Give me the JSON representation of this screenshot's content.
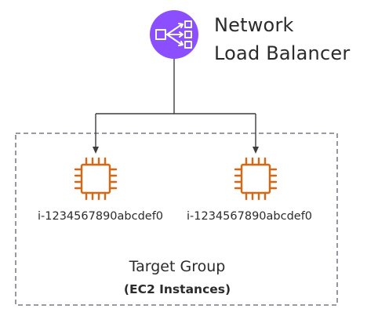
{
  "load_balancer": {
    "title_line1": "Network",
    "title_line2": "Load Balancer",
    "icon": "network-load-balancer-icon",
    "color": "#8C4FFF"
  },
  "target_group": {
    "title": "Target Group",
    "subtitle": "(EC2 Instances)",
    "border_color": "#5a6270"
  },
  "instances": [
    {
      "id": "i-1234567890abcdef0",
      "icon": "ec2-instance-chip-icon"
    },
    {
      "id": "i-1234567890abcdef0",
      "icon": "ec2-instance-chip-icon"
    }
  ],
  "colors": {
    "ec2_orange": "#D86613",
    "connector": "#3d3d3d"
  }
}
